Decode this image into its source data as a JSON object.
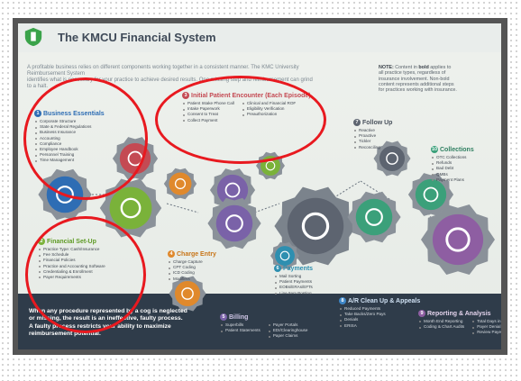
{
  "title": "The KMCU Financial System",
  "intro_lines": [
    "A profitable business relies on different components working together in a consistent manner. The KMC University Reimbursement System",
    "identifies what is necessary for your practice to achieve desired results. One missing step and reimbursement can grind to a halt."
  ],
  "note": {
    "label": "NOTE:",
    "line1_pre": "Content in ",
    "line1_bold": "bold",
    "line1_post": " applies to",
    "line2": "all practice types, regardless of",
    "line3": "insurance involvement. Non-bold",
    "line4": "content represents additional steps",
    "line5": "for practices working with insurance."
  },
  "sections": {
    "business": {
      "num": "1",
      "title": "Business Essentials",
      "items": [
        "Corporate Structure",
        "State & Federal Regulations",
        "Business Insurance",
        "Accounting",
        "Compliance",
        "Employee Handbook",
        "Personnel Training",
        "Time Management"
      ]
    },
    "initial": {
      "num": "3",
      "title": "Initial Patient Encounter (Each Episode)",
      "col1": [
        "Patient Intake Phone Call",
        "Intake Paperwork",
        "Consent to Treat",
        "Collect Payment"
      ],
      "col2": [
        "Clinical and Financial ROF",
        "Eligibility Verification",
        "Preauthorization"
      ]
    },
    "follow": {
      "num": "7",
      "title": "Follow Up",
      "items": [
        "Reactive",
        "Proactive",
        "Tickler",
        "Reconciling"
      ]
    },
    "collections": {
      "num": "10",
      "title": "Collections",
      "items": [
        "OTC Collections",
        "Refunds",
        "Bad Debt",
        "QMBs",
        "Payment Plans"
      ]
    },
    "setup": {
      "num": "2",
      "title": "Financial Set-Up",
      "items": [
        "Practice Type: Cash/Insurance",
        "Fee Schedule",
        "Financial Policies",
        "Practice and Accounting Software",
        "Credentialing & Enrollment",
        "Payer Requirements"
      ]
    },
    "charge": {
      "num": "4",
      "title": "Charge Entry",
      "items": [
        "Charge Capture",
        "CPT Coding",
        "ICD Coding",
        "Modifiers"
      ]
    },
    "payments": {
      "num": "6",
      "title": "Payments",
      "items": [
        "Mail Sorting",
        "Patient Payments",
        "EOBs/ERAs/EFTs",
        "Line Item Posting"
      ]
    },
    "billing": {
      "num": "5",
      "title": "Billing",
      "col1": [
        "Superbills",
        "Patient Statements"
      ],
      "col2": [
        "Payer Portals",
        "EDI/Clearinghouse",
        "Paper Claims"
      ]
    },
    "ar": {
      "num": "8",
      "title": "A/R Clean Up & Appeals",
      "items": [
        "Reduced Payments",
        "Take Backs/Zero Pays",
        "Denials",
        "ERISA"
      ]
    },
    "reporting": {
      "num": "9",
      "title": "Reporting & Analysis",
      "col1": [
        "Month End Reporting",
        "Coding & Chart Audits"
      ],
      "col2": [
        "Total Days in AR",
        "Payer Denial Rates",
        "Review Payer Contracts"
      ]
    }
  },
  "footer_lines": [
    "When any procedure represented by a cog is neglected",
    "or missing, the result is an ineffective, faulty process.",
    "A faulty process restricts your ability to maximize",
    "reimbursement potential."
  ],
  "colors": {
    "business": "#2e6db4",
    "initial": "#c44a53",
    "setup": "#7ab23a",
    "charge": "#e0892c",
    "billing": "#7a62a8",
    "payments": "#2e8fb0",
    "follow": "#5d6470",
    "collections": "#3ba07a",
    "ar": "#3d85c6",
    "reporting": "#8e5ea2",
    "highlight": "#e8191f"
  },
  "icons": [
    "shield-logo-icon",
    "person-icon",
    "monitor-icon",
    "document-icon",
    "dollar-icon",
    "target-icon",
    "envelope-icon",
    "people-arrows-icon",
    "ledger-icon",
    "bar-chart-icon",
    "checklist-icon",
    "calculator-icon"
  ]
}
